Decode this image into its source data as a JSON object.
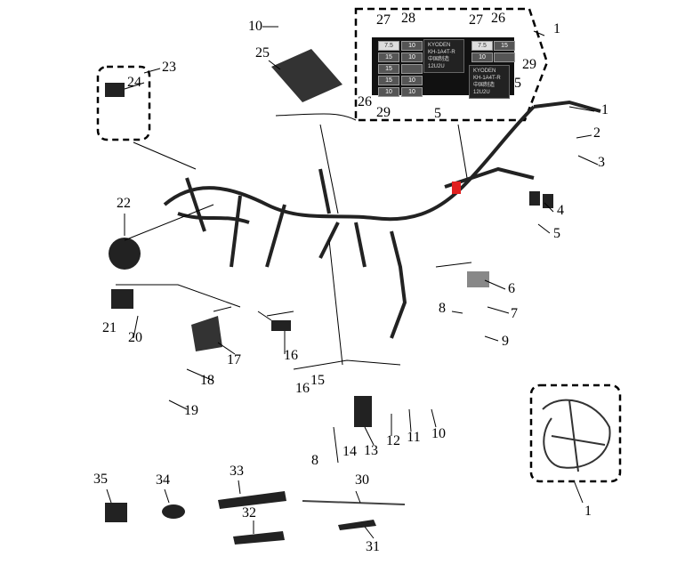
{
  "callouts": [
    "1",
    "1",
    "2",
    "3",
    "4",
    "5",
    "6",
    "7",
    "8",
    "9",
    "10",
    "25",
    "23",
    "24",
    "22",
    "21",
    "20",
    "17",
    "16",
    "18",
    "19",
    "15",
    "16",
    "14",
    "13",
    "12",
    "11",
    "10",
    "8",
    "35",
    "34",
    "33",
    "32",
    "30",
    "31",
    "1",
    "27",
    "28",
    "27",
    "26",
    "29",
    "5",
    "26",
    "29",
    "5"
  ],
  "fuses": [
    "7.5",
    "10",
    "15",
    "10",
    "15",
    "",
    "15",
    "10",
    "10",
    "10",
    "7.5",
    "10",
    "15",
    ""
  ],
  "relay": {
    "brand": "KYODEN",
    "model": "KH-1A4T-R",
    "origin": "中国制造",
    "code": "12U2U"
  },
  "colors": {
    "line": "#000000",
    "part": "#2a2a2a",
    "highlight": "#e02020"
  }
}
